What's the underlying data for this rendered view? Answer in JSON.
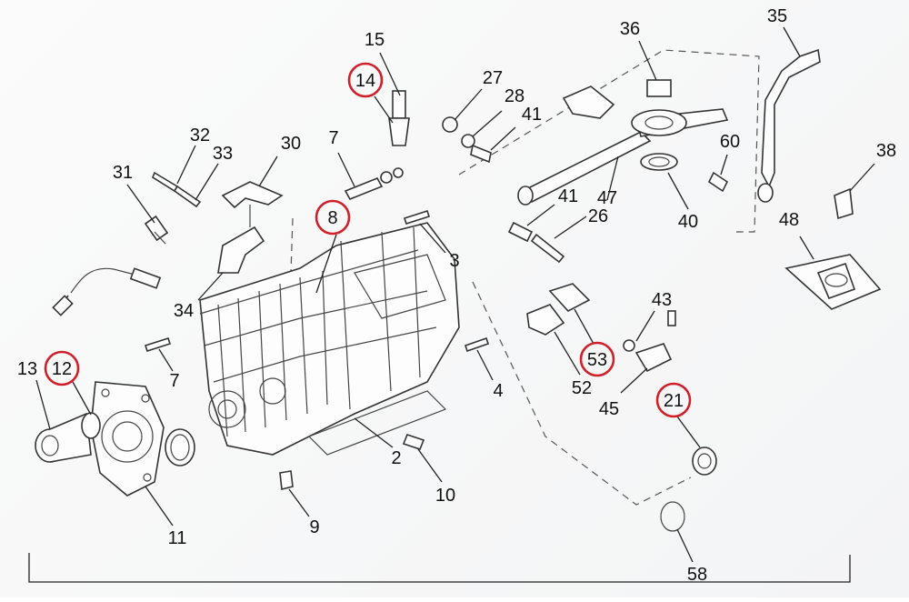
{
  "diagram": {
    "highlight_color": "#d0202a",
    "line_color": "#222222",
    "highlighted_callouts": [
      "14",
      "8",
      "12",
      "53",
      "21"
    ],
    "labels": {
      "c15": "15",
      "c14": "14",
      "c27": "27",
      "c28": "28",
      "c41a": "41",
      "c36": "36",
      "c35": "35",
      "c60": "60",
      "c38": "38",
      "c32": "32",
      "c33": "33",
      "c30": "30",
      "c7a": "7",
      "c31": "31",
      "c8": "8",
      "c47": "47",
      "c41b": "41",
      "c26": "26",
      "c40": "40",
      "c48": "48",
      "c3": "3",
      "c34": "34",
      "c43": "43",
      "c53": "53",
      "c52": "52",
      "c45": "45",
      "c7b": "7",
      "c4": "4",
      "c13": "13",
      "c12": "12",
      "c21": "21",
      "c2": "2",
      "c10": "10",
      "c11": "11",
      "c9": "9",
      "c58": "58"
    }
  }
}
